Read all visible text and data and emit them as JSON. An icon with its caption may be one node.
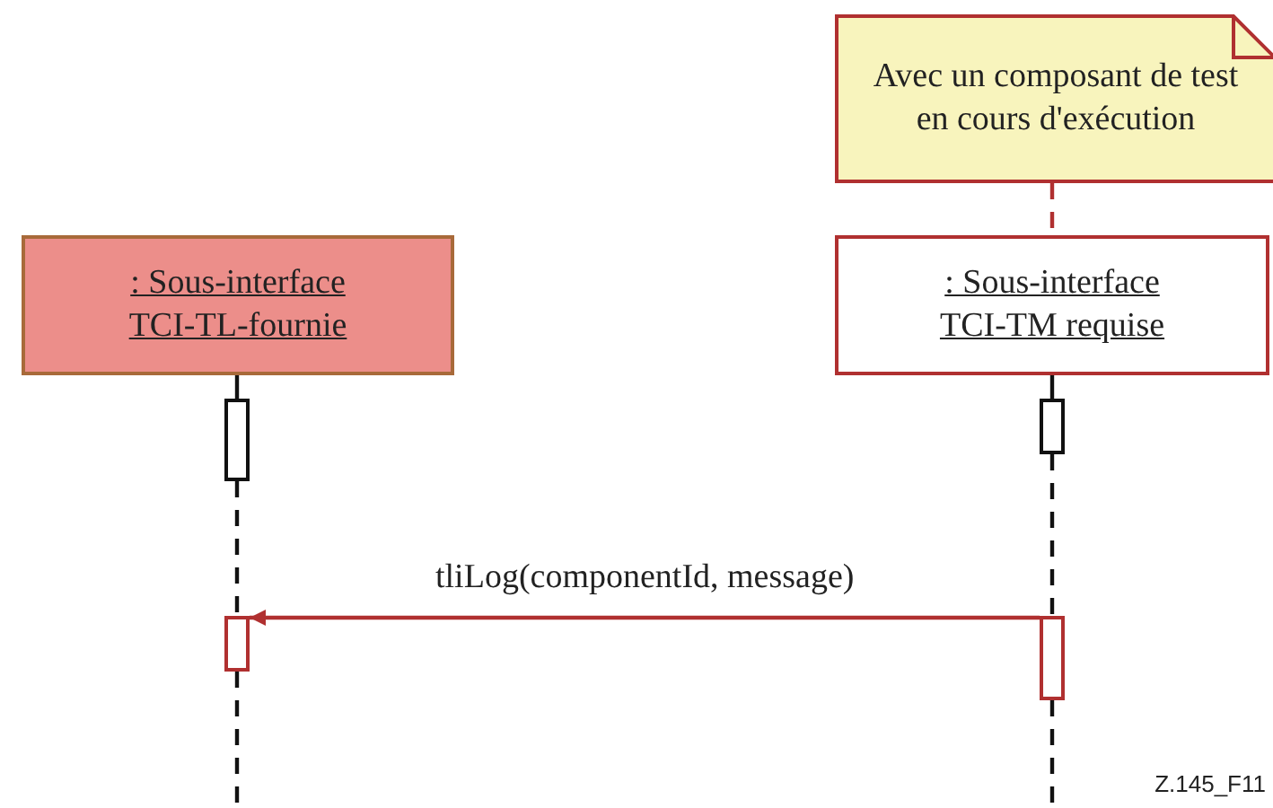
{
  "diagram": {
    "nodes": [
      {
        "text": [
          "Avec un composant de test en cours d'exécution"
        ]
      },
      {
        "text": [
          ": Sous-interface TCI-TL-fournie"
        ]
      },
      {
        "text": [
          ": Sous-interface TCI-TM requise"
        ]
      },
      {
        "text": [],
        "shape": "bar"
      },
      {
        "text": [],
        "shape": "bar"
      },
      {
        "text": [],
        "shape": "bar"
      },
      {
        "text": [],
        "shape": "bar"
      }
    ],
    "edges": [
      {
        "from": 0,
        "to": 2,
        "arrow": "none",
        "style": "dashed",
        "color": "#b03030"
      },
      {
        "from": 1,
        "to": 3,
        "arrow": "none"
      },
      {
        "from": 3,
        "to": 5,
        "arrow": "none",
        "style": "dashed"
      },
      {
        "from": 5,
        "to": null,
        "arrow": "none",
        "style": "dashed"
      },
      {
        "from": 2,
        "to": 4,
        "arrow": "none"
      },
      {
        "from": 4,
        "to": 6,
        "arrow": "none",
        "style": "dashed"
      },
      {
        "from": 6,
        "to": null,
        "arrow": "none",
        "style": "dashed"
      },
      {
        "from": 6,
        "to": 5,
        "arrow": "to",
        "label": "tliLog(componentId, message)",
        "color": "#b03030"
      }
    ],
    "labels": [
      "Z.145_F11"
    ]
  }
}
